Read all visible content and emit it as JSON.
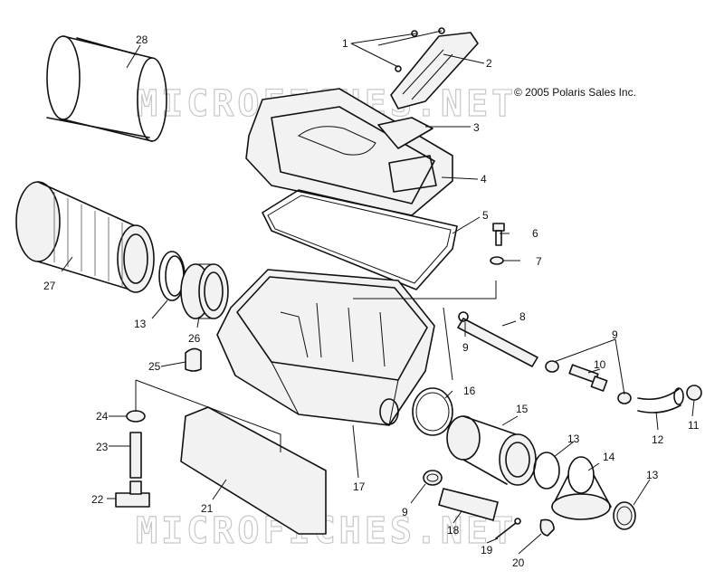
{
  "copyright": "© 2005 Polaris Sales Inc.",
  "watermark": "MICROFICHES.NET",
  "callouts": [
    "28",
    "1",
    "2",
    "3",
    "4",
    "5",
    "6",
    "7",
    "8",
    "9",
    "9",
    "10",
    "11",
    "12",
    "13",
    "13",
    "13",
    "14",
    "15",
    "16",
    "17",
    "18",
    "19",
    "20",
    "21",
    "22",
    "23",
    "24",
    "25",
    "26",
    "27"
  ]
}
